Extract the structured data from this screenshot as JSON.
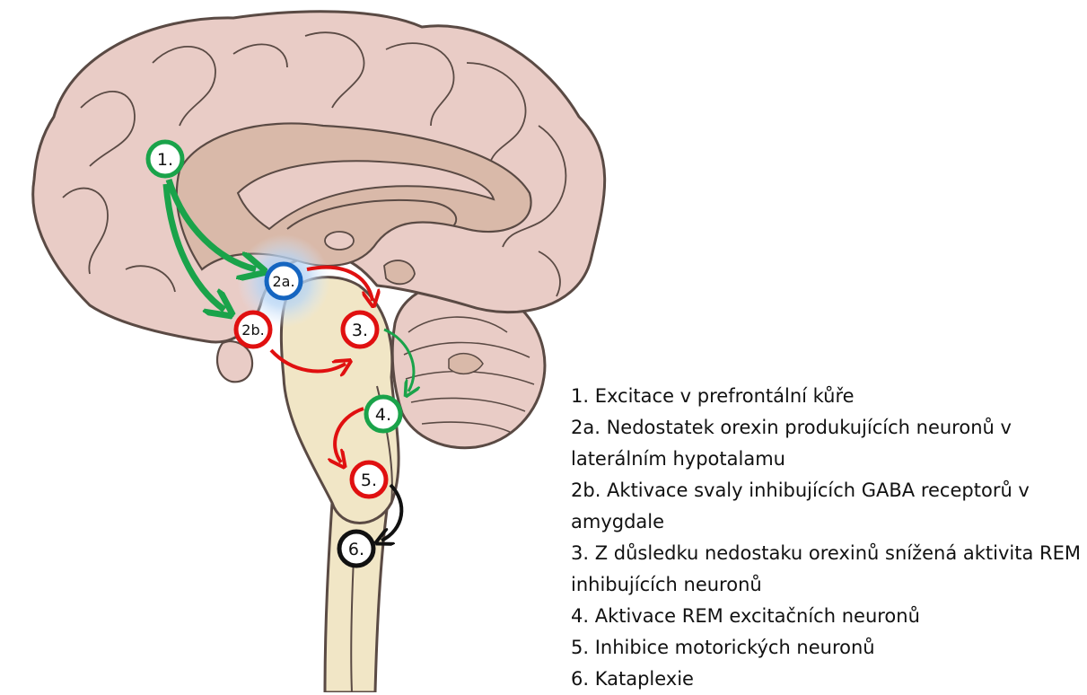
{
  "markers": [
    {
      "id": "m1",
      "label": "1.",
      "color": "#1aa34a"
    },
    {
      "id": "m2a",
      "label": "2a.",
      "color": "#1565c0"
    },
    {
      "id": "m2b",
      "label": "2b.",
      "color": "#e01010"
    },
    {
      "id": "m3",
      "label": "3.",
      "color": "#e01010"
    },
    {
      "id": "m4",
      "label": "4.",
      "color": "#1aa34a"
    },
    {
      "id": "m5",
      "label": "5.",
      "color": "#e01010"
    },
    {
      "id": "m6",
      "label": "6.",
      "color": "#111111"
    }
  ],
  "legend": [
    "1. Excitace v prefrontální kůře",
    "2a. Nedostatek orexin produkujících neuronů v laterálním hypotalamu",
    "2b. Aktivace svaly inhibujících GABA receptorů v amygdale",
    "3. Z důsledku nedostaku orexinů snížená aktivita REM inhibujících neuronů",
    "4. Aktivace REM excitačních neuronů",
    "5. Inhibice motorických neuronů",
    "6. Kataplexie"
  ],
  "colors": {
    "excitation": "#1aa34a",
    "inhibition": "#e01010",
    "outcome": "#111111",
    "hypothalamus": "#1565c0",
    "cortex": "#e9ccc6",
    "inner": "#d9b9a9",
    "brainstem": "#f1e6c6",
    "outline": "#5a4a44"
  }
}
